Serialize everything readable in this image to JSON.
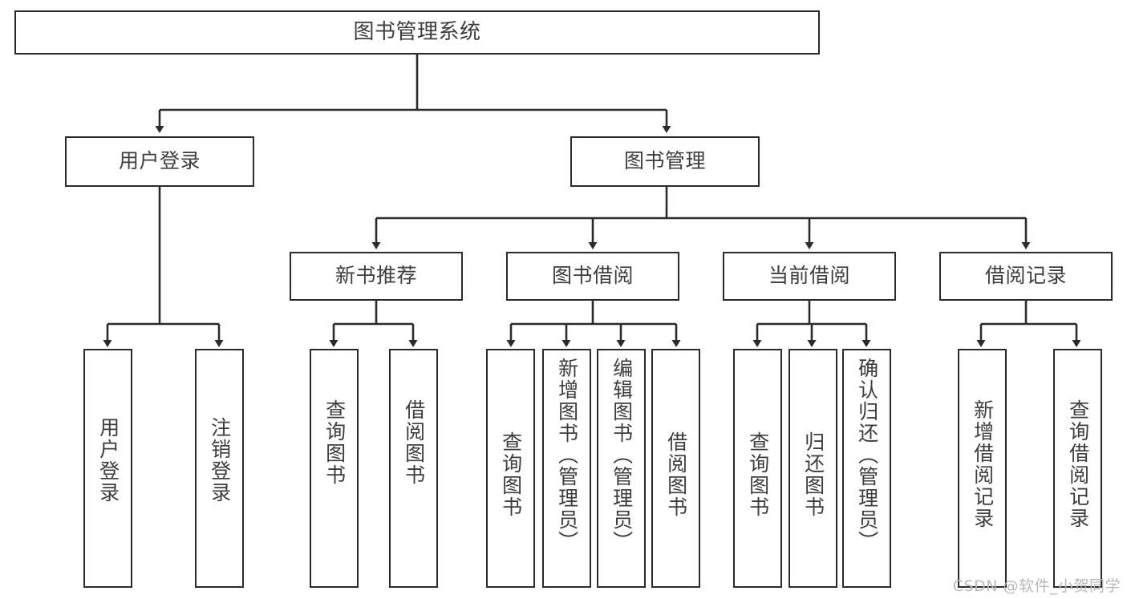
{
  "diagram": {
    "title": "图书管理系统",
    "type": "tree-hierarchy-chart",
    "colors": {
      "box_border": "#2b2b2b",
      "box_fill": "#ffffff",
      "text": "#3d3d3d",
      "edge": "#2b2b2b",
      "watermark": "#b9b9b9",
      "background": "#ffffff"
    },
    "watermark": "CSDN @软件_小贺同学"
  },
  "nodes": {
    "root": {
      "label": "图书管理系统"
    },
    "level2": [
      {
        "label": "用户登录"
      },
      {
        "label": "图书管理"
      }
    ],
    "level3": [
      {
        "label": "新书推荐"
      },
      {
        "label": "图书借阅"
      },
      {
        "label": "当前借阅"
      },
      {
        "label": "借阅记录"
      }
    ],
    "leaves": {
      "user_login": [
        {
          "label": "用户登录"
        },
        {
          "label": "注销登录"
        }
      ],
      "new_book_recommend": [
        {
          "label": "查询图书"
        },
        {
          "label": "借阅图书"
        }
      ],
      "book_borrow": [
        {
          "label": "查询图书"
        },
        {
          "label": "新增图书（管理员）"
        },
        {
          "label": "编辑图书（管理员）"
        },
        {
          "label": "借阅图书"
        }
      ],
      "current_borrow": [
        {
          "label": "查询图书"
        },
        {
          "label": "归还图书"
        },
        {
          "label": "确认归还（管理员）"
        }
      ],
      "borrow_record": [
        {
          "label": "新增借阅记录"
        },
        {
          "label": "查询借阅记录"
        }
      ]
    }
  }
}
